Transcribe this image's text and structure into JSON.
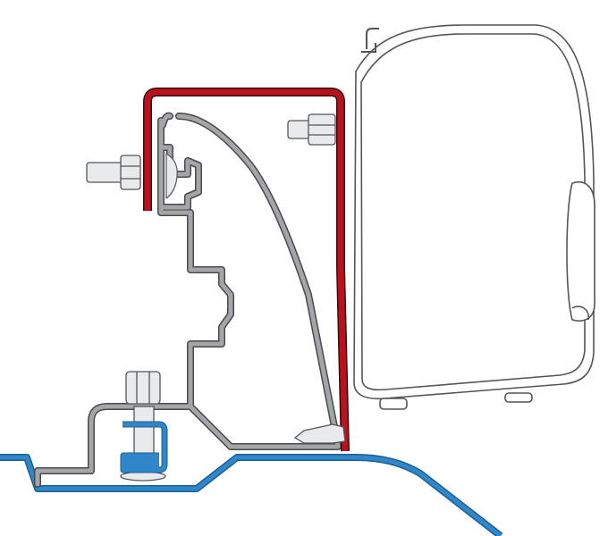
{
  "diagram": {
    "colors": {
      "background": "#ffffff",
      "bracket_red": "#b8121f",
      "profile_gray": "#a3a5a8",
      "roof_blue": "#2f86c8",
      "outline": "#555555",
      "hardware_light": "#e9eaec"
    },
    "parts": [
      "awning-cassette",
      "red-adapter-bracket",
      "aluminium-profile",
      "vehicle-roof",
      "bolts",
      "roof-clamp"
    ]
  }
}
